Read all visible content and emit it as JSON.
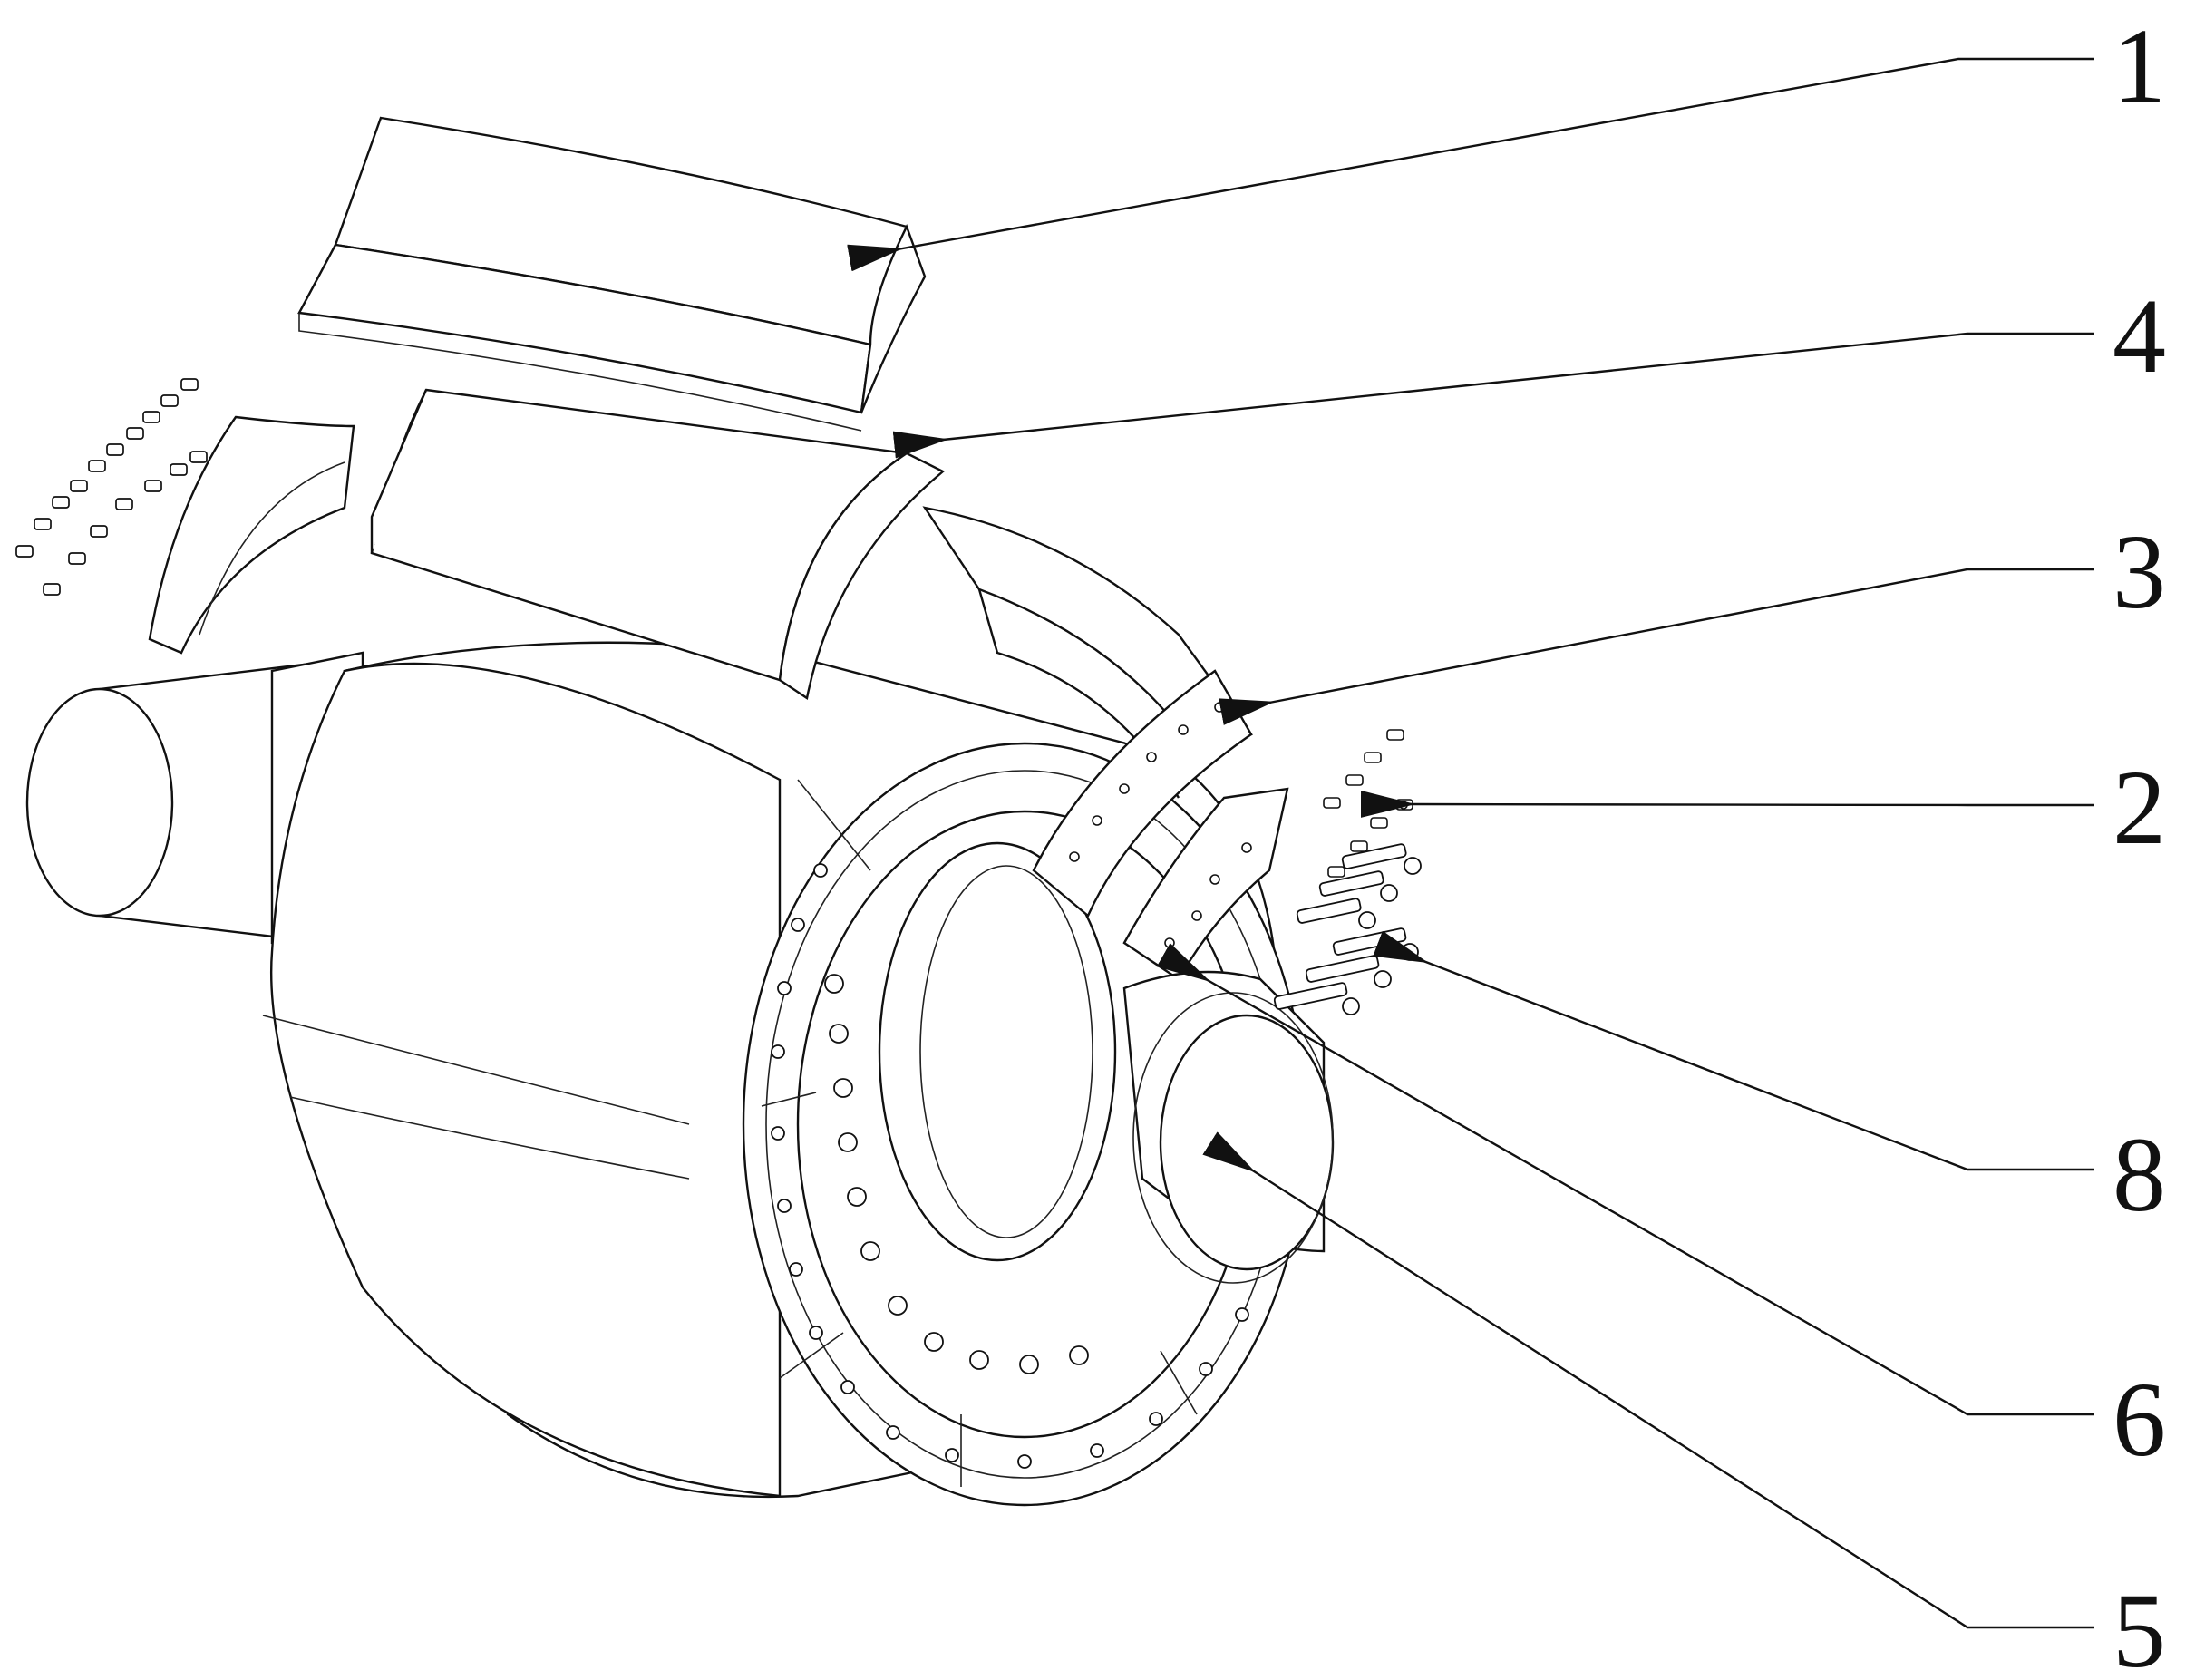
{
  "figure": {
    "callouts": [
      {
        "id": "1",
        "text": "1"
      },
      {
        "id": "4",
        "text": "4"
      },
      {
        "id": "3",
        "text": "3"
      },
      {
        "id": "2",
        "text": "2"
      },
      {
        "id": "8",
        "text": "8"
      },
      {
        "id": "6",
        "text": "6"
      },
      {
        "id": "5",
        "text": "5"
      }
    ]
  }
}
